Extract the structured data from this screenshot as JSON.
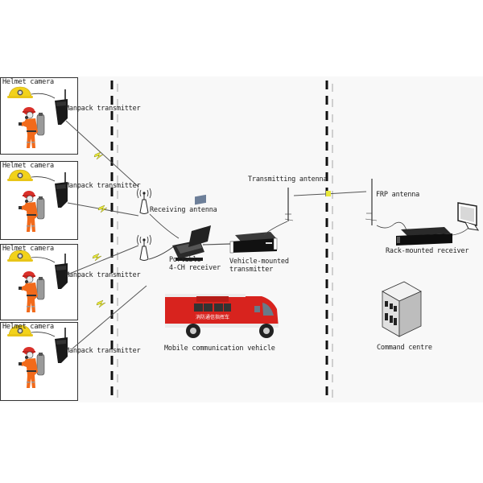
{
  "diagram": {
    "title_hidden": "",
    "field_units": [
      {
        "camera_label": "Helmet camera",
        "transmitter_label": "Manpack transmitter"
      },
      {
        "camera_label": "Helmet camera",
        "transmitter_label": "Manpack transmitter"
      },
      {
        "camera_label": "Helmet camera",
        "transmitter_label": "Manpack transmitter"
      },
      {
        "camera_label": "Helmet camera",
        "transmitter_label": "Manpack transmitter"
      }
    ],
    "vehicle_zone": {
      "receiving_antenna_label": "Receiving antenna",
      "portable_receiver_label": [
        "Portable",
        "4-CH receiver"
      ],
      "vehicle_transmitter_label": [
        "Vehicle-mounted",
        "transmitter"
      ],
      "transmitting_antenna_label": "Transmitting antenna",
      "vehicle_label": "Mobile communication vehicle",
      "vehicle_sign_text": "消防通信指挥车"
    },
    "command_zone": {
      "frp_antenna_label": "FRP antenna",
      "rack_receiver_label": "Rack-mounted receiver",
      "command_centre_label": "Command centre"
    },
    "colors": {
      "divider_dark": "#111111",
      "divider_light": "#cccccc",
      "lightning": "#e8e83a",
      "firefighter_suit": "#f26a1b",
      "helmet_yellow": "#f2d21b",
      "helmet_red": "#d9302a",
      "truck_red": "#d8231e"
    }
  }
}
